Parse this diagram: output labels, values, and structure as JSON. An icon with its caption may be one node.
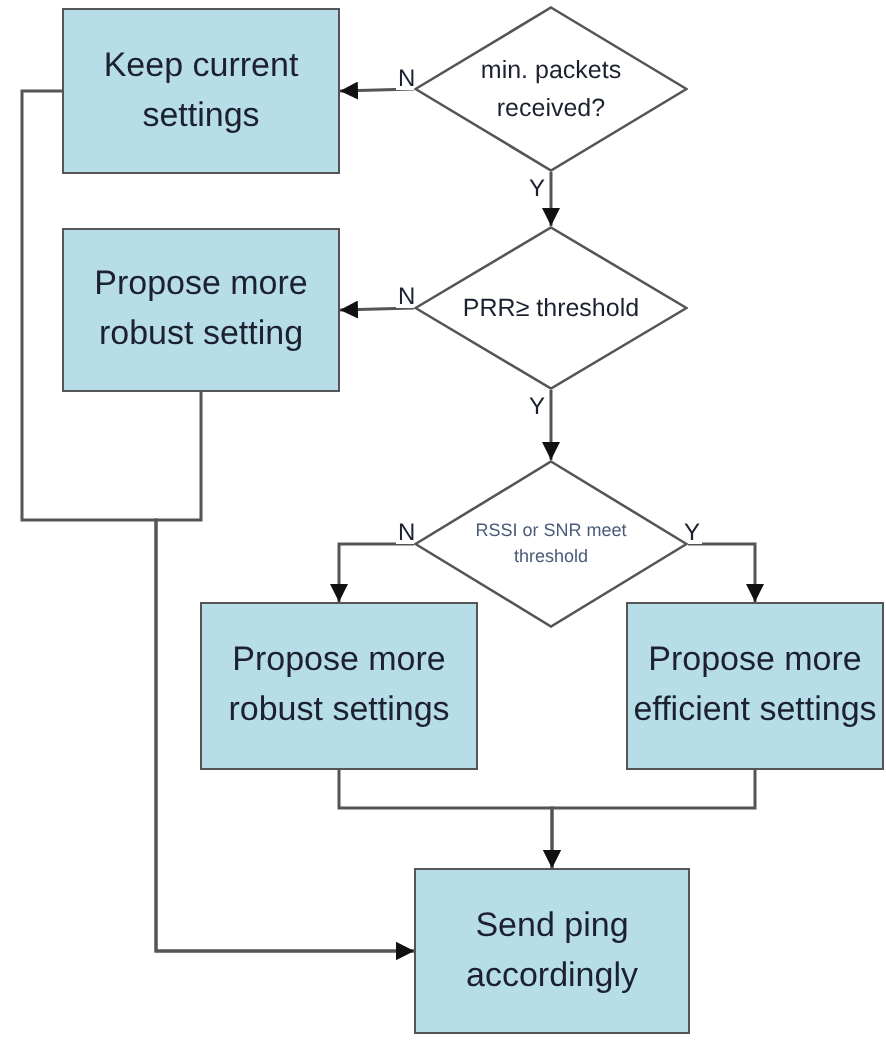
{
  "diagram": {
    "nodes": [
      {
        "text": [
          "min. packets received?"
        ]
      },
      {
        "text": [
          "Keep current settings"
        ]
      },
      {
        "text": [
          "PRR≥ threshold"
        ]
      },
      {
        "text": [
          "Propose more robust setting"
        ]
      },
      {
        "text": [
          "RSSI or SNR meet threshold"
        ]
      },
      {
        "text": [
          "Propose more robust settings"
        ]
      },
      {
        "text": [
          "Propose more efficient settings"
        ]
      },
      {
        "text": [
          "Send ping accordingly"
        ]
      }
    ],
    "edges": [
      {
        "from": 0,
        "to": 1,
        "arrow": "to",
        "label": "N"
      },
      {
        "from": 0,
        "to": 2,
        "arrow": "to",
        "label": "Y"
      },
      {
        "from": 2,
        "to": 3,
        "arrow": "to",
        "label": "N"
      },
      {
        "from": 2,
        "to": 4,
        "arrow": "to",
        "label": "Y"
      },
      {
        "from": 4,
        "to": 5,
        "arrow": "to",
        "label": "N"
      },
      {
        "from": 4,
        "to": 6,
        "arrow": "to",
        "label": "Y"
      },
      {
        "from": 5,
        "to": 7,
        "arrow": "to"
      },
      {
        "from": 6,
        "to": 7,
        "arrow": "to"
      },
      {
        "from": 1,
        "to": 7,
        "arrow": "to"
      },
      {
        "from": 3,
        "to": 7,
        "arrow": "to"
      }
    ]
  }
}
